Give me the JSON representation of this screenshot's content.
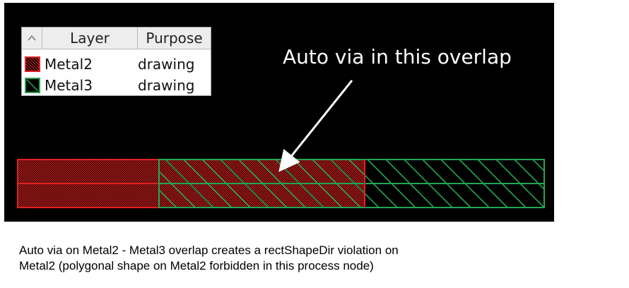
{
  "layer_panel": {
    "columns": [
      "Layer",
      "Purpose"
    ],
    "rows": [
      {
        "layer": "Metal2",
        "purpose": "drawing",
        "color": "#e02020",
        "pattern": "dots"
      },
      {
        "layer": "Metal3",
        "purpose": "drawing",
        "color": "#1fa855",
        "pattern": "diagonal"
      }
    ]
  },
  "annotation": "Auto via in this overlap",
  "caption": {
    "line1": "Auto via on Metal2 - Metal3 overlap creates a rectShapeDir violation on",
    "line2": "Metal2 (polygonal shape on Metal2 forbidden in this process node)"
  },
  "colors": {
    "background": "#000000",
    "metal2": "#e02020",
    "metal3": "#1fa855",
    "annotation_text": "#ffffff"
  },
  "icons": [
    "sort-ascending-icon",
    "metal2-swatch-icon",
    "metal3-swatch-icon",
    "arrow-icon"
  ]
}
